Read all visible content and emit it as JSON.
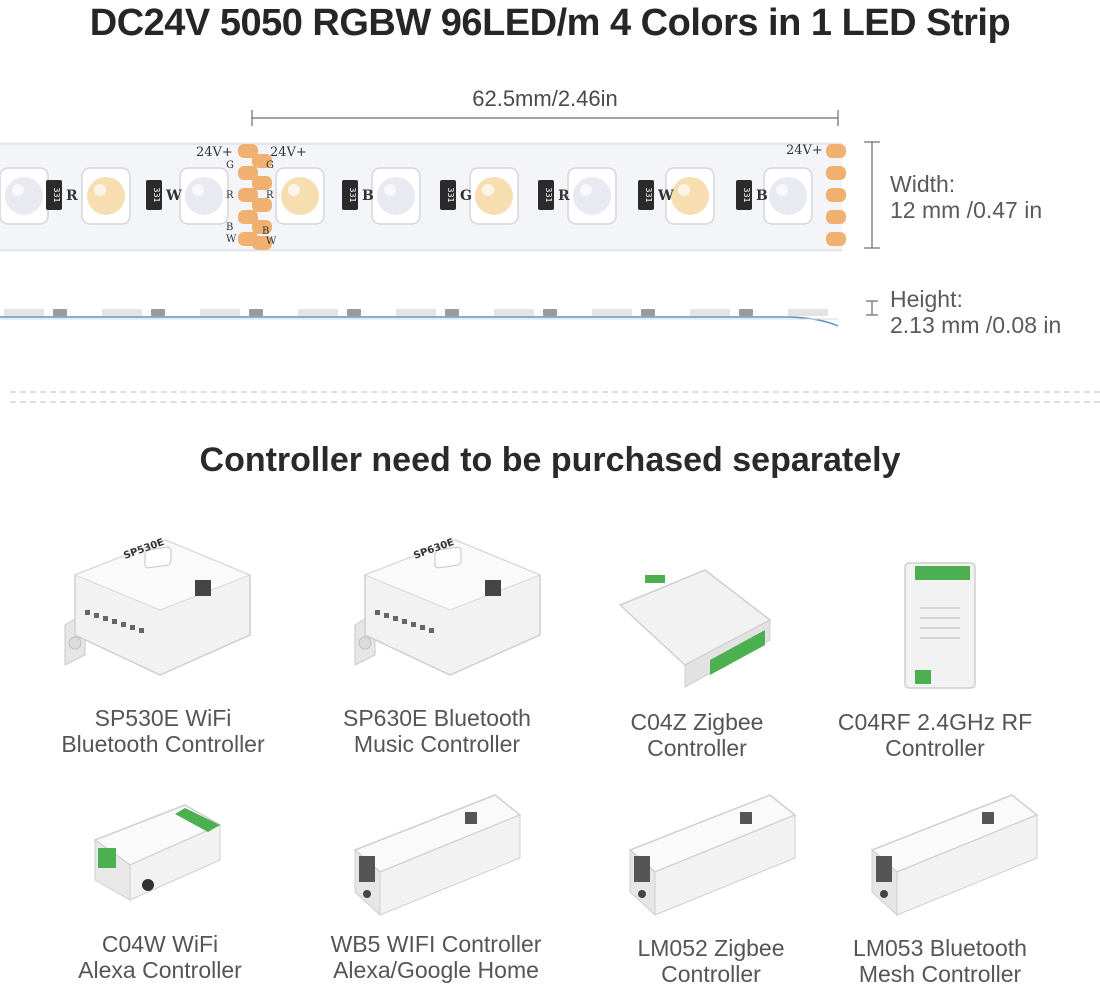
{
  "title": "DC24V 5050 RGBW 96LED/m 4 Colors in 1 LED Strip",
  "strip": {
    "length_label": "62.5mm/2.46in",
    "pad_labels": [
      "24V+",
      "24V+",
      "24V+",
      "G",
      "R",
      "B",
      "W",
      "G",
      "R",
      "B",
      "W"
    ],
    "chip_labels": [
      "R",
      "W",
      "B",
      "G",
      "R",
      "W",
      "B"
    ],
    "resistor_label": "331",
    "width_label": "Width:",
    "width_value": "12 mm /0.47 in",
    "height_label": "Height:",
    "height_value": "2.13 mm /0.08 in"
  },
  "section_title": "Controller need to be purchased separately",
  "controllers": [
    {
      "line1": "SP530E WiFi",
      "line2": "Bluetooth Controller",
      "badge": "SP530E"
    },
    {
      "line1": "SP630E Bluetooth",
      "line2": "Music Controller",
      "badge": "SP630E"
    },
    {
      "line1": "C04Z Zigbee",
      "line2": "Controller"
    },
    {
      "line1": "C04RF 2.4GHz RF",
      "line2": "Controller"
    },
    {
      "line1": "C04W WiFi",
      "line2": "Alexa Controller"
    },
    {
      "line1": "WB5 WIFI Controller",
      "line2": "Alexa/Google Home"
    },
    {
      "line1": "LM052 Zigbee",
      "line2": "Controller"
    },
    {
      "line1": "LM053 Bluetooth",
      "line2": "Mesh Controller"
    }
  ],
  "colors": {
    "strip_bg": "#f3f5f8",
    "pad": "#f0b070",
    "chip_warm": "#f6deb0",
    "chip_cool": "#e9e9f2",
    "terminal_green": "#4caf50",
    "device_body": "#f2f2f2"
  }
}
